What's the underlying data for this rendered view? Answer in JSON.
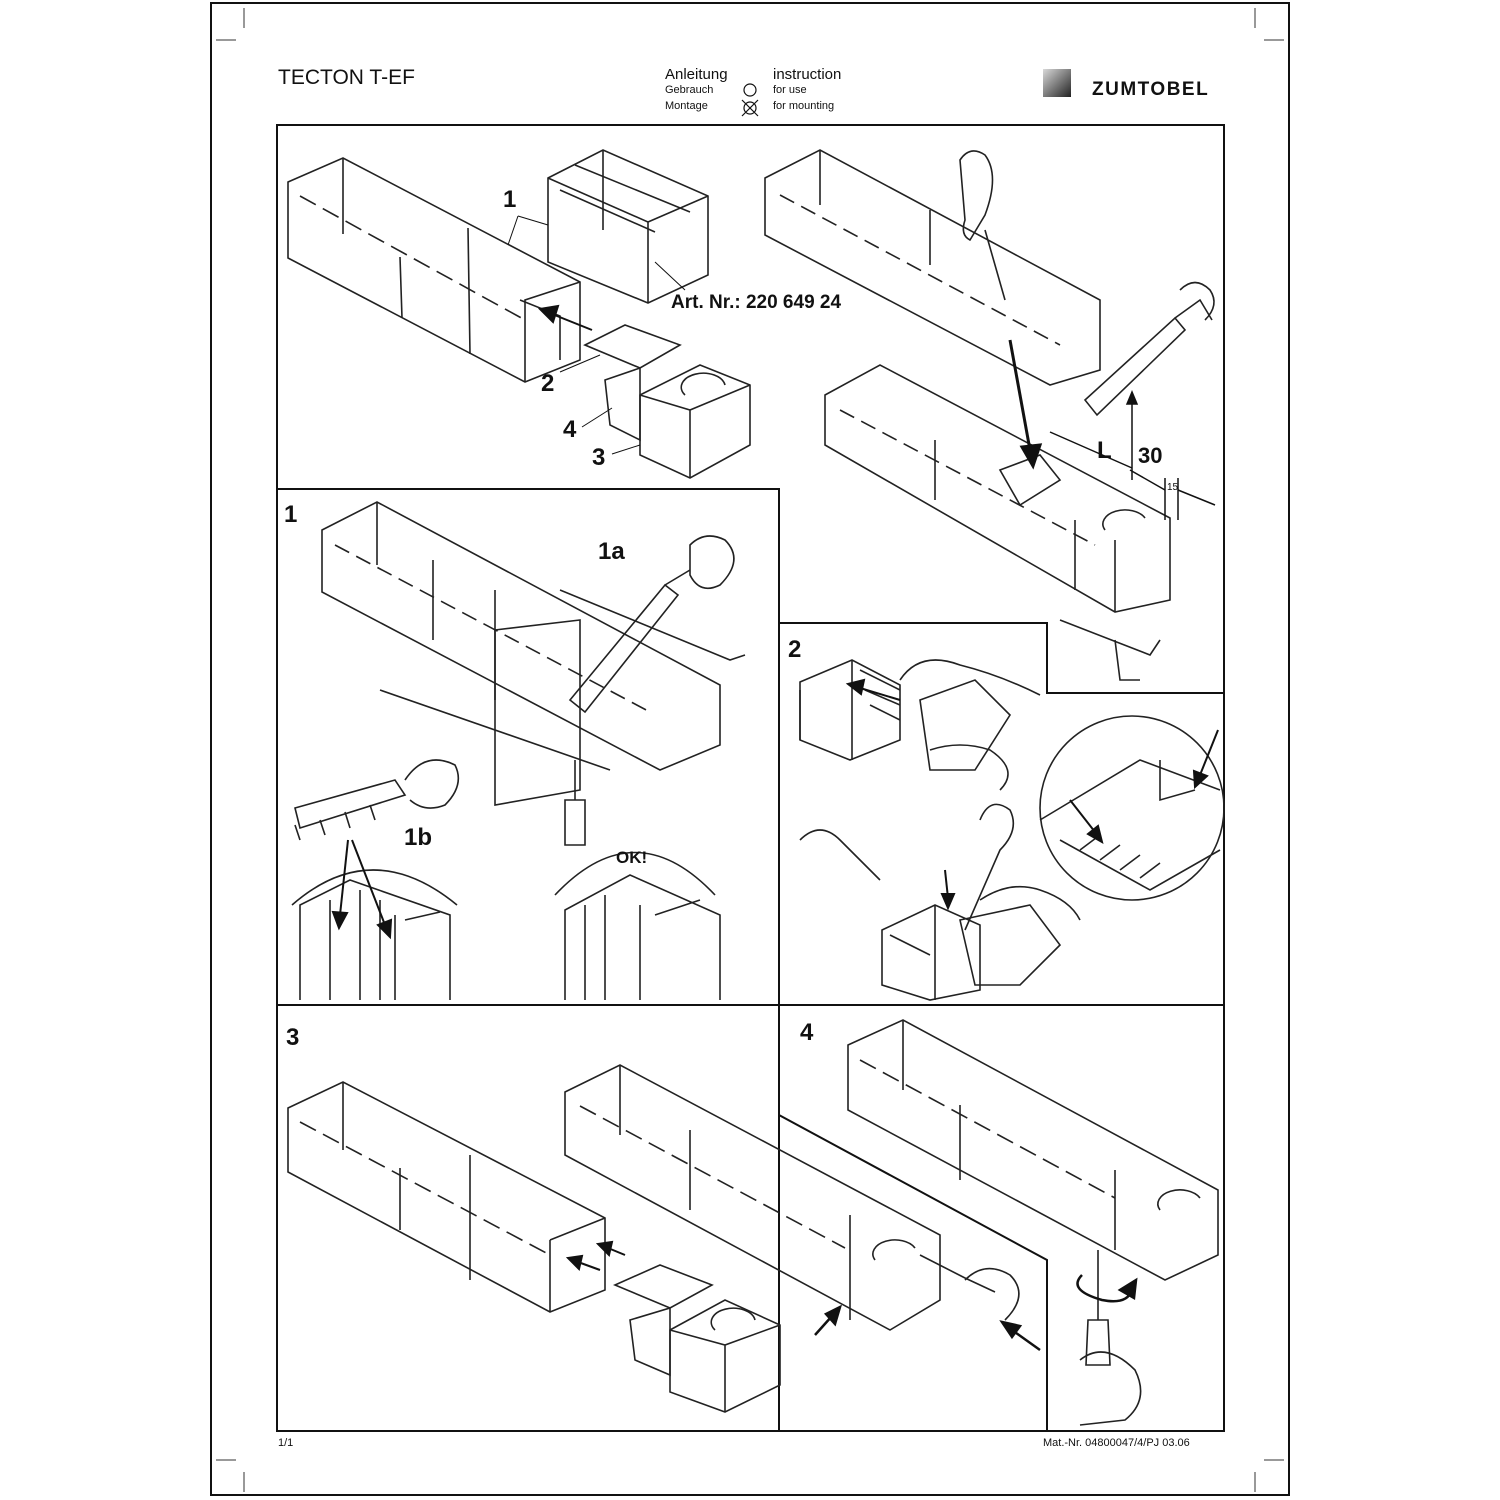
{
  "header": {
    "title": "TECTON T-EF",
    "left_col": {
      "heading": "Anleitung",
      "line1": "Gebrauch",
      "line2": "Montage"
    },
    "right_col": {
      "heading": "instruction",
      "line1": "for use",
      "line2": "for mounting"
    },
    "brand": "ZUMTOBEL"
  },
  "overview": {
    "callout_1": "1",
    "callout_2": "2",
    "callout_3": "3",
    "callout_4": "4",
    "article": "Art. Nr.: 220 649 24",
    "dim_L": "L",
    "dim_30": "30",
    "dim_15": "15"
  },
  "step1": {
    "number": "1",
    "sub_a": "1a",
    "sub_b": "1b",
    "ok": "OK!"
  },
  "step2": {
    "number": "2"
  },
  "step3": {
    "number": "3"
  },
  "step4": {
    "number": "4"
  },
  "footer": {
    "page": "1/1",
    "material_number": "Mat.-Nr. 04800047/4/PJ 03.06"
  }
}
